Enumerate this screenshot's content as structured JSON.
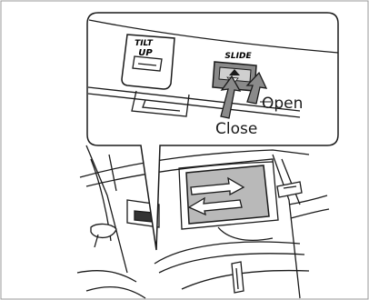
{
  "buttons": {
    "tilt_line1": "TILT",
    "tilt_line2": "UP",
    "slide": "SLIDE"
  },
  "callouts": {
    "open": "Open",
    "close": "Close"
  },
  "colors": {
    "stroke": "#1a1a1a",
    "arrow_fill": "#8a8a8a",
    "glass_fill": "#b9b9b9",
    "button_fill": "#cfcfcf",
    "background": "#ffffff"
  }
}
